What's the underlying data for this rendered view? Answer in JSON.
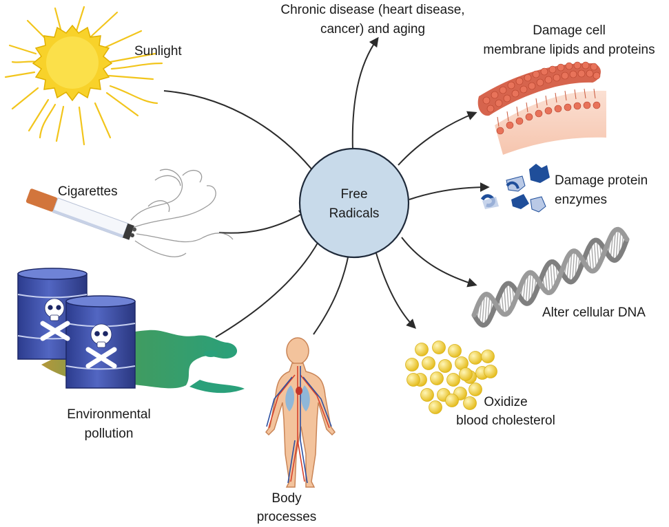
{
  "center": {
    "line1": "Free",
    "line2": "Radicals"
  },
  "sources": {
    "sunlight": "Sunlight",
    "cigarettes": "Cigarettes",
    "pollution": {
      "line1": "Environmental",
      "line2": "pollution"
    },
    "body": {
      "line1": "Body",
      "line2": "processes"
    }
  },
  "effects": {
    "chronic": {
      "line1": "Chronic disease (heart disease,",
      "line2": "cancer) and aging"
    },
    "membrane": {
      "line1": "Damage cell",
      "line2": "membrane lipids and proteins"
    },
    "protein": {
      "line1": "Damage protein",
      "line2": "enzymes"
    },
    "dna": "Alter cellular DNA",
    "cholesterol": {
      "line1": "Oxidize",
      "line2": "blood cholesterol"
    }
  },
  "colors": {
    "center_fill": "#c8daea",
    "center_stroke": "#1f2a3a",
    "sun": "#f8d22a",
    "barrel": "#3b4fa8",
    "spill": "#2fa070",
    "membrane": "#d2533a",
    "protein": "#1f4e9a",
    "dna": "#8c8c8c",
    "cholesterol": "#f2cf3a",
    "body": "#e79f6d"
  }
}
